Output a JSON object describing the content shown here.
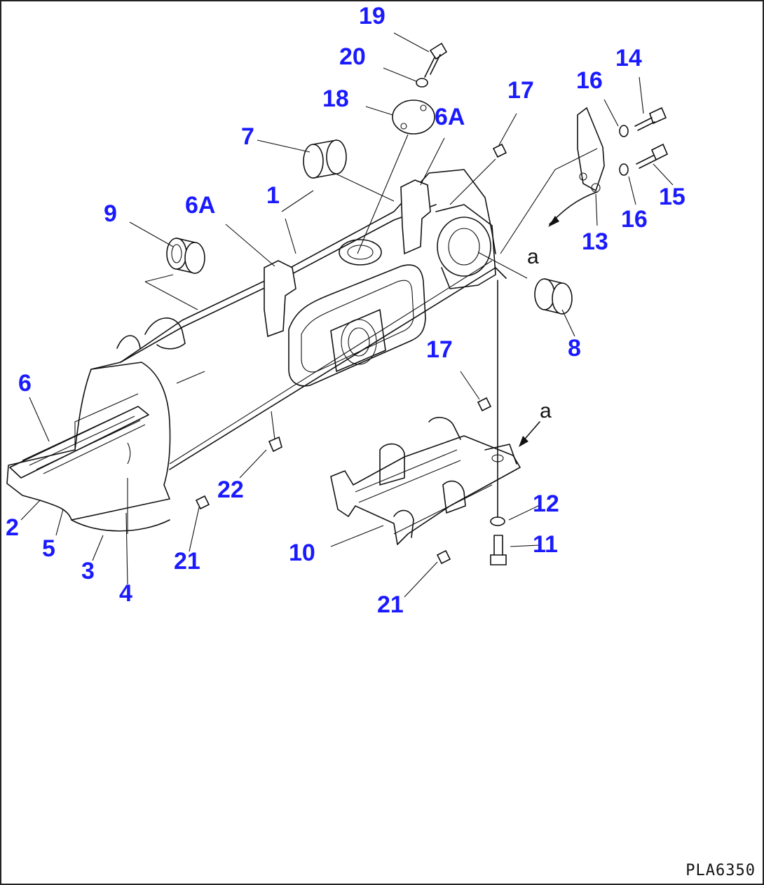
{
  "diagram": {
    "drawing_code": "PLA6350",
    "callout_color": "#1a1aff",
    "line_color": "#111111",
    "callouts": [
      {
        "id": "c19",
        "label": "19"
      },
      {
        "id": "c20",
        "label": "20"
      },
      {
        "id": "c18",
        "label": "18"
      },
      {
        "id": "c6a-top",
        "label": "6A"
      },
      {
        "id": "c17-top",
        "label": "17"
      },
      {
        "id": "c16-top",
        "label": "16"
      },
      {
        "id": "c14",
        "label": "14"
      },
      {
        "id": "c7",
        "label": "7"
      },
      {
        "id": "c1",
        "label": "1"
      },
      {
        "id": "c6a-left",
        "label": "6A"
      },
      {
        "id": "c9",
        "label": "9"
      },
      {
        "id": "c15",
        "label": "15"
      },
      {
        "id": "c16-bottom",
        "label": "16"
      },
      {
        "id": "c13",
        "label": "13"
      },
      {
        "id": "c8",
        "label": "8"
      },
      {
        "id": "c6",
        "label": "6"
      },
      {
        "id": "c17-mid",
        "label": "17"
      },
      {
        "id": "c22",
        "label": "22"
      },
      {
        "id": "c12",
        "label": "12"
      },
      {
        "id": "c11",
        "label": "11"
      },
      {
        "id": "c2",
        "label": "2"
      },
      {
        "id": "c5",
        "label": "5"
      },
      {
        "id": "c3",
        "label": "3"
      },
      {
        "id": "c4",
        "label": "4"
      },
      {
        "id": "c21-left",
        "label": "21"
      },
      {
        "id": "c10",
        "label": "10"
      },
      {
        "id": "c21-bottom",
        "label": "21"
      }
    ],
    "view_markers": [
      {
        "id": "a-top",
        "label": "a"
      },
      {
        "id": "a-bottom",
        "label": "a"
      }
    ]
  }
}
